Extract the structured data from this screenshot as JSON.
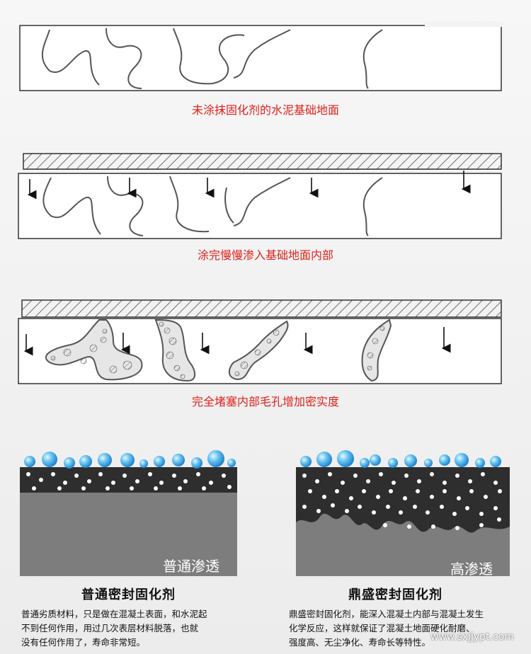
{
  "captions": {
    "step1": "未涂抹固化剂的水泥基础地面",
    "step2": "涂完慢慢渗入基础地面内部",
    "step3": "完全堵塞内部毛孔增加密实度"
  },
  "compare": {
    "left": {
      "label": "普通渗透",
      "title": "普通密封固化剂",
      "desc": [
        "普通劣质材料，只是做在混凝土表面，和水泥起",
        "不到任何作用，用过几次表层材料脱落，也就",
        "没有任何作用了，寿命非常短。"
      ]
    },
    "right": {
      "label": "高渗透",
      "title": "鼎盛密封固化剂",
      "desc": [
        "鼎盛密封固化剂，能深入混凝土内部与混凝土发生",
        "化学反应，这样就保证了混凝土地面硬化耐磨、",
        "强度高、无尘净化、寿命长等特性。"
      ]
    }
  },
  "watermark": "www.sxjjypt.com",
  "colors": {
    "caption": "#e0201a",
    "concrete_dark": "#2e2e2e",
    "concrete_gray": "#7d7d7d",
    "drop_blue": "#3fa9e8"
  }
}
